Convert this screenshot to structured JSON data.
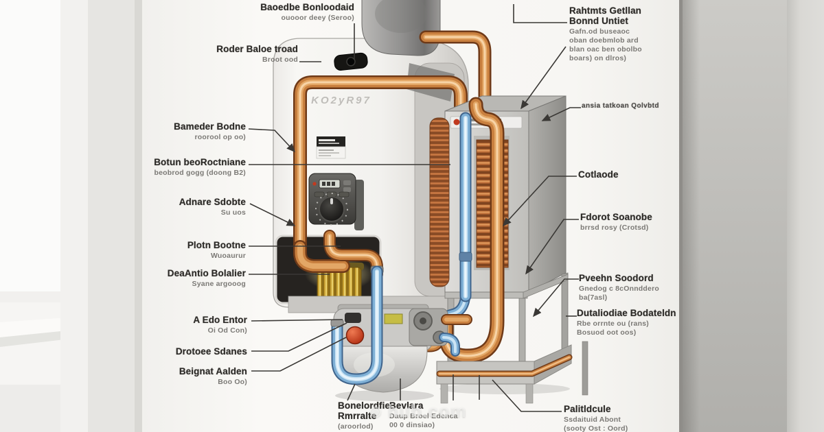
{
  "scene": {
    "unit_brand": "KO2yR97",
    "watermark": "hub.com",
    "colors": {
      "copper": "#c9803f",
      "pipe_blue": "#7fb0d6",
      "accent_red": "#c03a20",
      "brass": "#c9a233",
      "poster": "#f8f7f4",
      "wall": "#bfbeba"
    }
  },
  "labels": {
    "left": [
      {
        "main": "Baoedbe Bonloodaid",
        "sub": "ouooor deey (Seroo)"
      },
      {
        "main": "Roder Baloe troad",
        "sub": "Broot ood"
      },
      {
        "main": "Bameder Bodne",
        "sub": "roorool op oo)"
      },
      {
        "main": "Botun beoRoctniane",
        "sub": "beobrod gogg (doong B2)"
      },
      {
        "main": "Adnare Sdobte",
        "sub": "Su uos"
      },
      {
        "main": "Plotn Bootne",
        "sub": "Wuoaurur"
      },
      {
        "main": "DeaAntio Bolalier",
        "sub": "Syane argooog"
      },
      {
        "main": "A Edo Entor",
        "sub": "Oi Od Con)"
      },
      {
        "main": "Drotoee Sdanes"
      },
      {
        "main": "Beignat Aalden",
        "sub": "Boo Oo)"
      }
    ],
    "bottom": [
      {
        "main": "Bonelordfie\nRmrralte",
        "sub": "(aroorlod)"
      },
      {
        "main": "Bevlara",
        "sub": "Daup Broel Edenca\n00 0 dinsiao)"
      }
    ],
    "right": [
      {
        "main": "Rahtmts Getllan\nBonnd Untiet",
        "sub": "Gafn.od buseaoc\noban doebmlob ard\nblan oac ben obolbo\nboars) on dlros)"
      },
      {
        "main": "ansia tatkoan Qolvbtd"
      },
      {
        "main": "Cotlaode"
      },
      {
        "main": "Fdorot Soanobe",
        "sub": "brrsd rosy (Crotsd)"
      },
      {
        "main": "Pveehn Soodord",
        "sub": "Gnedog c 8cOnnddero\nba(7asl)"
      },
      {
        "main": "Dutaliodiae Bodateldn",
        "sub": "Rbe orrnte ou (rans)\nBosuod oot oos)"
      },
      {
        "main": "Palitldcule",
        "sub": "Ssdaituid Abont\n(sooty Ost : Oord)"
      }
    ]
  }
}
